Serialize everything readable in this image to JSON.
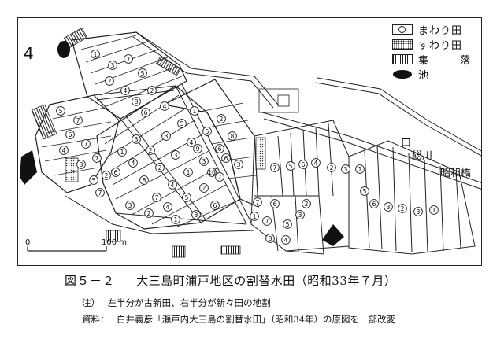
{
  "legend": [
    {
      "key": "warichi",
      "label": "まわり田",
      "swatch": "circle"
    },
    {
      "key": "suwari",
      "label": "すわり田",
      "swatch": "dots"
    },
    {
      "key": "village",
      "label": "集落",
      "swatch": "stripes"
    },
    {
      "key": "pond",
      "label": "池",
      "swatch": "pond"
    }
  ],
  "north_symbol": "4",
  "place_names": {
    "river": "総川",
    "bridge": "昭和橋",
    "mouth": "口"
  },
  "scale": {
    "zero": "0",
    "end": "100 m"
  },
  "caption": {
    "figure_number": "図５－２",
    "title": "大三島町浦戸地区の割替水田（昭和33年７月）"
  },
  "note": {
    "label": "注）",
    "text": "左半分が古新田、右半分が新々田の地割"
  },
  "source": {
    "label": "資料：",
    "text": "白井義彦「瀬戸内大三島の割替水田」（昭和34年）の原図を一部改変"
  },
  "parcel_numbers": [
    "1",
    "2",
    "3",
    "4",
    "5",
    "6",
    "7",
    "8",
    "9",
    "10"
  ]
}
